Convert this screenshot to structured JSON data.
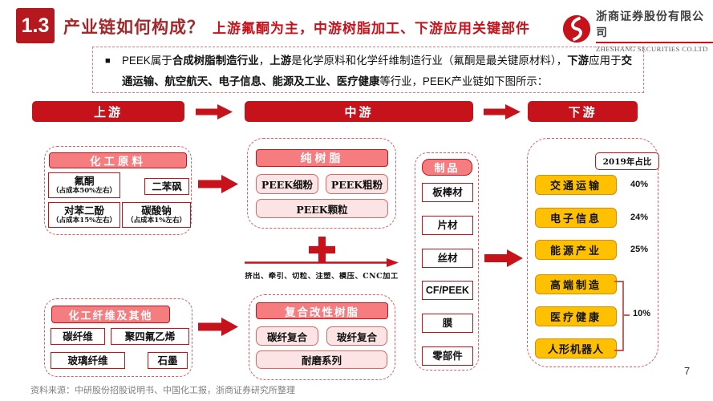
{
  "page": {
    "section_number": "1.3",
    "title": "产业链如何构成？",
    "subtitle": "上游氟酮为主，中游树脂加工、下游应用关键部件",
    "source": "资料来源：中研股份招股说明书、中国化工报，浙商证券研究所整理",
    "page_number": "7"
  },
  "logo": {
    "company_cn": "浙商证券股份有限公司",
    "company_en": "ZHESHANG SECURITIES CO.LTD"
  },
  "summary": {
    "bullet": "■",
    "runs": [
      {
        "text": "PEEK属于"
      },
      {
        "text": "合成树脂制造行业"
      },
      {
        "text": "，"
      },
      {
        "text": "上游"
      },
      {
        "text": "是化学原料和化学纤维制造行业（氟酮是最关键原材料），"
      },
      {
        "text": "下游"
      },
      {
        "text": "应用于"
      },
      {
        "text": "交通运输、航空航天、电子信息、能源及工业、医疗健康"
      },
      {
        "text": "等行业，PEEK产业链如下图所示："
      }
    ]
  },
  "flow": {
    "stages": [
      "上游",
      "中游",
      "下游"
    ]
  },
  "upstream": {
    "group1": {
      "title": "化工原料",
      "items": [
        {
          "name": "氟酮",
          "note": "（占成本50%左右）"
        },
        {
          "name": "二苯砜"
        },
        {
          "name": "对苯二酚",
          "note": "（占成本15%左右）"
        },
        {
          "name": "碳酸钠",
          "note": "（占成本1%左右）"
        }
      ]
    },
    "group2": {
      "title": "化工纤维及其他",
      "items": [
        "碳纤维",
        "聚四氟乙烯",
        "玻璃纤维",
        "石墨"
      ]
    }
  },
  "midstream": {
    "group1": {
      "title": "纯树脂",
      "items": [
        "PEEK细粉",
        "PEEK粗粉",
        "PEEK颗粒"
      ]
    },
    "process": "挤出、牵引、切粒、注塑、模压、CNC加工",
    "group2": {
      "title": "复合改性树脂",
      "items": [
        "碳纤复合",
        "玻纤复合",
        "耐磨系列"
      ]
    }
  },
  "products": {
    "title": "制品",
    "items": [
      "板棒材",
      "片材",
      "丝材",
      "CF/PEEK",
      "膜",
      "零部件"
    ]
  },
  "downstream": {
    "share_label": "2019年占比",
    "items": [
      {
        "name": "交通运输",
        "share": "40%"
      },
      {
        "name": "电子信息",
        "share": "24%"
      },
      {
        "name": "能源产业",
        "share": "25%"
      }
    ],
    "grouped_items": [
      "高端制造",
      "医疗健康",
      "人形机器人"
    ],
    "grouped_share": "10%"
  },
  "colors": {
    "primary_red": "#c5121b",
    "header_pink": "#f57d80",
    "item_pink": "#fce4e4",
    "orange_fill": "#ffc000",
    "orange_border": "#d98e00"
  }
}
